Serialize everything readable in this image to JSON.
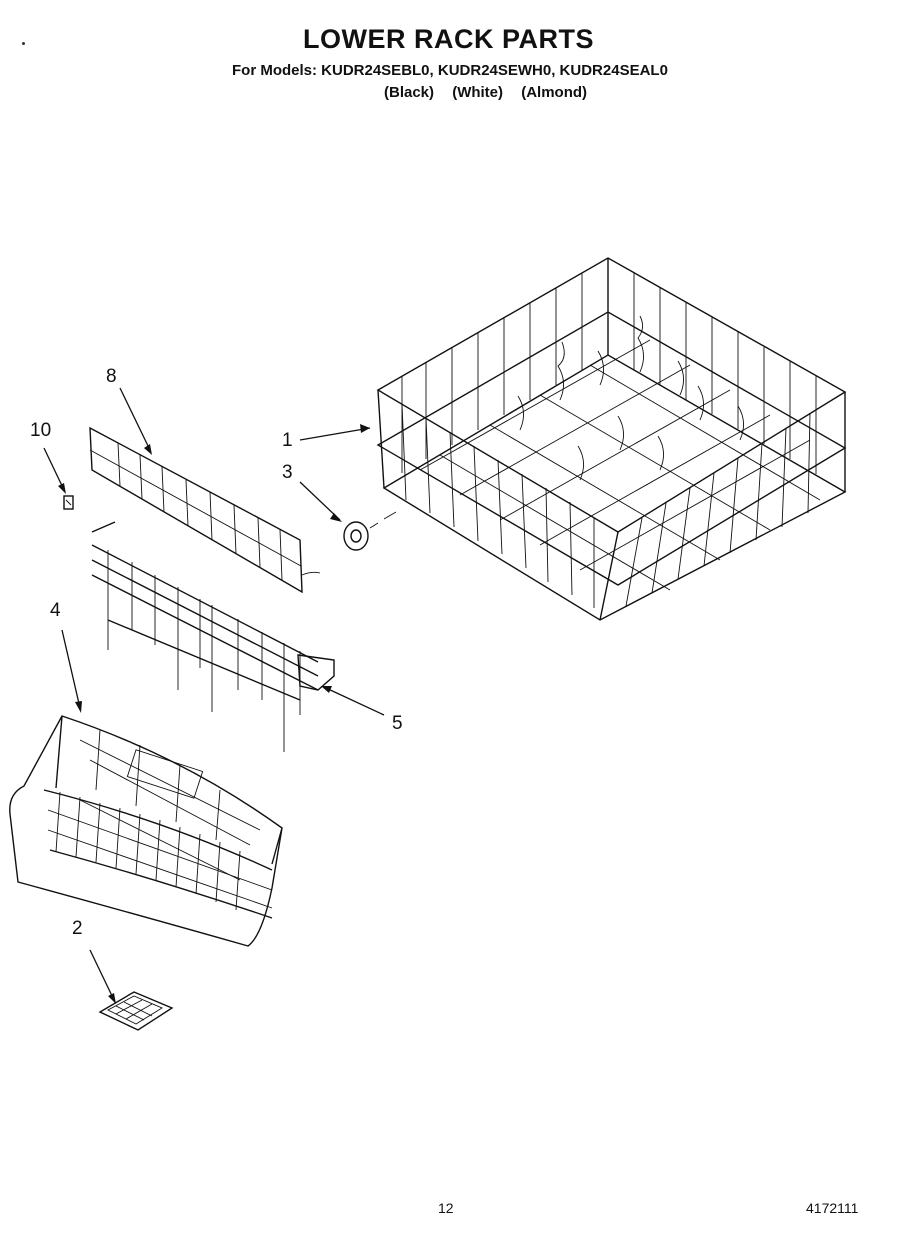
{
  "header": {
    "title": "LOWER RACK PARTS",
    "models_line": "For Models: KUDR24SEBL0, KUDR24SEWH0, KUDR24SEAL0",
    "colors": [
      "(Black)",
      "(White)",
      "(Almond)"
    ]
  },
  "callouts": [
    {
      "id": "1",
      "label": "1",
      "part": "lower-rack"
    },
    {
      "id": "2",
      "label": "2",
      "part": "basket-lid"
    },
    {
      "id": "3",
      "label": "3",
      "part": "wheel"
    },
    {
      "id": "4",
      "label": "4",
      "part": "silverware-basket"
    },
    {
      "id": "5",
      "label": "5",
      "part": "fold-down-tine-row"
    },
    {
      "id": "8",
      "label": "8",
      "part": "shield"
    },
    {
      "id": "10",
      "label": "10",
      "part": "clip"
    }
  ],
  "footer": {
    "page_number": "12",
    "doc_number": "4172111"
  }
}
